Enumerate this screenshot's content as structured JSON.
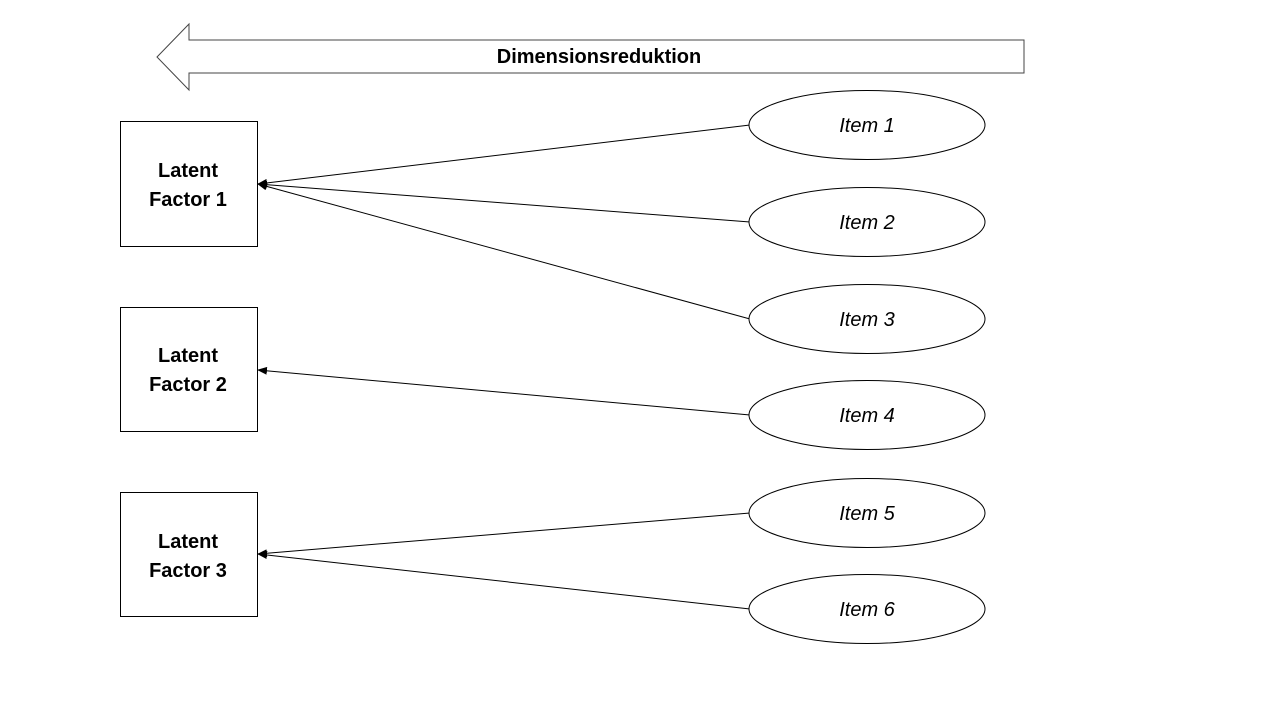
{
  "banner": {
    "label": "Dimensionsreduktion",
    "icon": "left-arrow-icon"
  },
  "factors": [
    {
      "line1": "Latent",
      "line2": "Factor 1"
    },
    {
      "line1": "Latent",
      "line2": "Factor 2"
    },
    {
      "line1": "Latent",
      "line2": "Factor 3"
    }
  ],
  "items": [
    {
      "label": "Item 1"
    },
    {
      "label": "Item 2"
    },
    {
      "label": "Item 3"
    },
    {
      "label": "Item 4"
    },
    {
      "label": "Item 5"
    },
    {
      "label": "Item 6"
    }
  ],
  "loadings": [
    {
      "from": "Item 1",
      "to": "Latent Factor 1"
    },
    {
      "from": "Item 2",
      "to": "Latent Factor 1"
    },
    {
      "from": "Item 3",
      "to": "Latent Factor 1"
    },
    {
      "from": "Item 4",
      "to": "Latent Factor 2"
    },
    {
      "from": "Item 5",
      "to": "Latent Factor 3"
    },
    {
      "from": "Item 6",
      "to": "Latent Factor 3"
    }
  ],
  "colors": {
    "stroke": "#000000",
    "fill": "#ffffff",
    "banner_stroke": "#444444"
  }
}
